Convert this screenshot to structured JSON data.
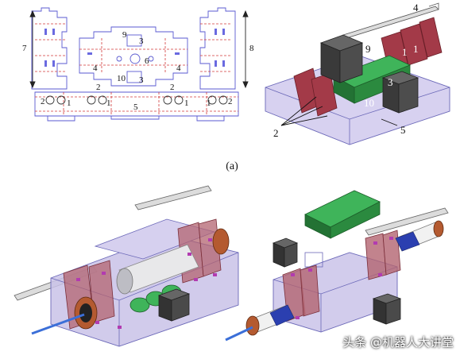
{
  "caption": "(a)",
  "watermark": "头条 @机器人大讲堂",
  "flat_pattern": {
    "labels": {
      "n1a": "1",
      "n1b": "1",
      "n1c": "1",
      "n1d": "1",
      "n2a": "2",
      "n2b": "2",
      "n2c": "2",
      "n2d": "2",
      "n3a": "3",
      "n3b": "3",
      "n4a": "4",
      "n4b": "4",
      "n5": "5",
      "n6": "6",
      "n7": "7",
      "n8": "8",
      "n9": "9",
      "n10": "10"
    }
  },
  "assembly_view": {
    "labels": {
      "n1a": "1",
      "n1b": "1",
      "n2": "2",
      "n3": "3",
      "n4": "4",
      "n5": "5",
      "n9": "9",
      "n10": "10"
    }
  },
  "colors": {
    "outline": "#5a5ad0",
    "dash_red": "#d23a3a",
    "plate": "#9c3a45",
    "housing": "#c9c2e8",
    "battery": "#2f9a45",
    "block": "#3c3c3c",
    "tube_blue": "#3b6fd8",
    "bracket": "#b23bb0"
  }
}
